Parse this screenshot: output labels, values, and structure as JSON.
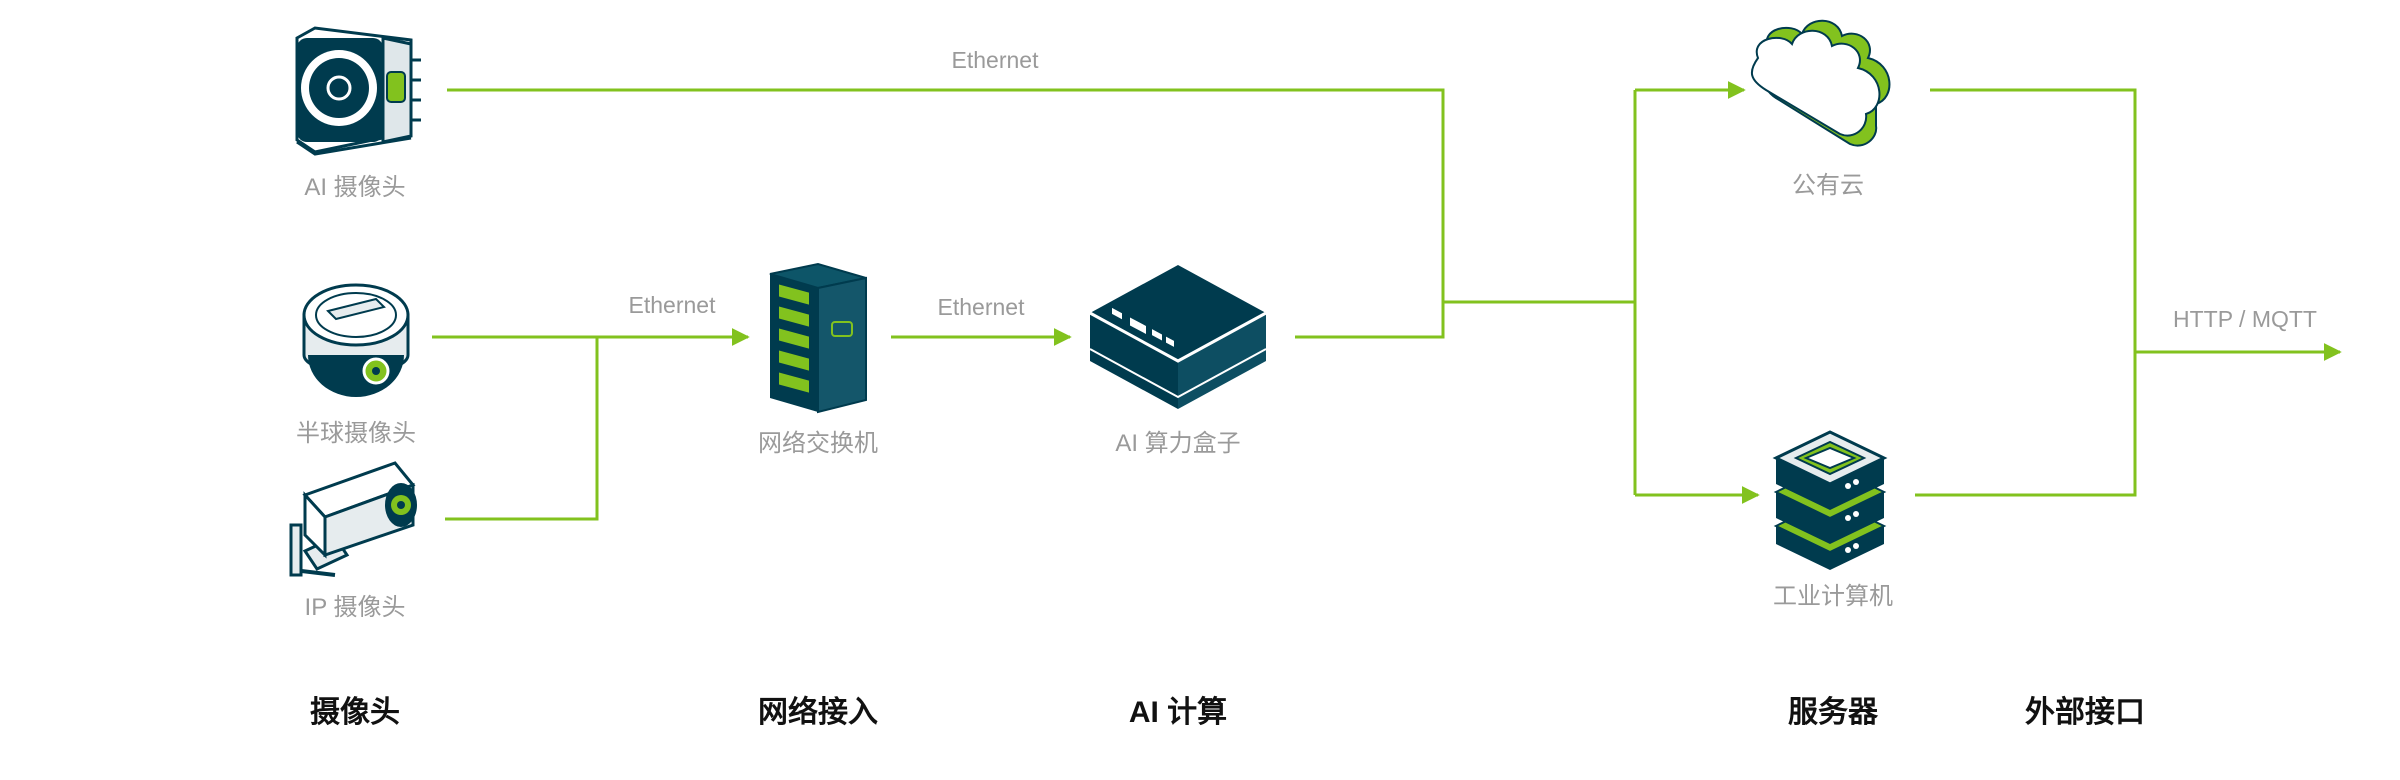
{
  "colors": {
    "line": "#82c21e",
    "dark": "#003b4e",
    "label": "#9a9a9a",
    "category": "#111111",
    "device_light": "#e6ecee"
  },
  "nodes": {
    "ai_camera": {
      "label": "AI 摄像头",
      "icon": "ai-camera-icon"
    },
    "dome_camera": {
      "label": "半球摄像头",
      "icon": "dome-camera-icon"
    },
    "ip_camera": {
      "label": "IP 摄像头",
      "icon": "ip-camera-icon"
    },
    "switch": {
      "label": "网络交换机",
      "icon": "network-switch-icon"
    },
    "ai_box": {
      "label": "AI 算力盒子",
      "icon": "ai-box-icon"
    },
    "cloud": {
      "label": "公有云",
      "icon": "cloud-icon"
    },
    "ipc": {
      "label": "工业计算机",
      "icon": "server-stack-icon"
    }
  },
  "links": {
    "top": "Ethernet",
    "to_switch": "Ethernet",
    "to_box": "Ethernet",
    "output": "HTTP / MQTT"
  },
  "categories": {
    "camera": "摄像头",
    "network": "网络接入",
    "compute": "AI 计算",
    "server": "服务器",
    "interface": "外部接口"
  }
}
